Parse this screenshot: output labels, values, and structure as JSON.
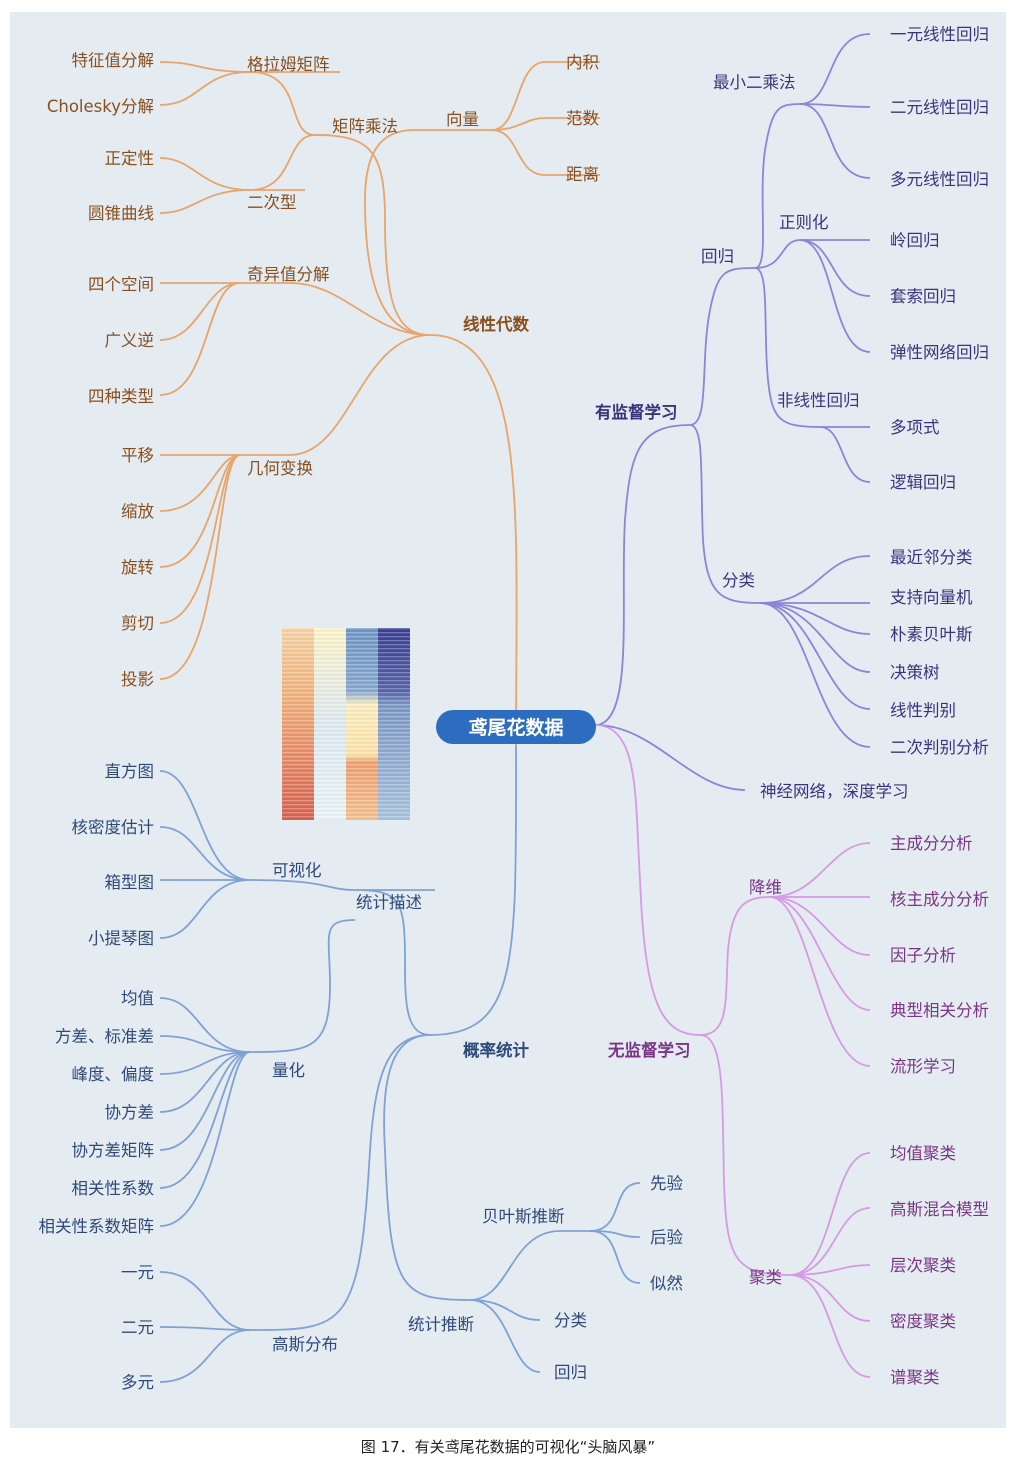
{
  "root": "鸢尾花数据",
  "caption": "图 17．有关鸢尾花数据的可视化“头脑风暴”",
  "colors": {
    "linear": "#e8a46a",
    "linear_text": "#8a4f1f",
    "prob": "#7fa1d6",
    "prob_text": "#2f4a7a",
    "sup": "#8a85d9",
    "sup_text": "#38357e",
    "unsup": "#d69ae3",
    "unsup_text": "#7b3585",
    "root_bg": "#2d6dbf"
  },
  "branches": {
    "linear": {
      "label": "线性代数",
      "vector": {
        "label": "向量",
        "children": [
          "内积",
          "范数",
          "距离"
        ]
      },
      "matmul": {
        "label": "矩阵乘法"
      },
      "gram": {
        "label": "格拉姆矩阵",
        "children": [
          "特征值分解",
          "Cholesky分解"
        ]
      },
      "quadratic": {
        "label": "二次型",
        "children": [
          "正定性",
          "圆锥曲线"
        ]
      },
      "svd": {
        "label": "奇异值分解",
        "children": [
          "四个空间",
          "广义逆",
          "四种类型"
        ]
      },
      "geo": {
        "label": "几何变换",
        "children": [
          "平移",
          "缩放",
          "旋转",
          "剪切",
          "投影"
        ]
      }
    },
    "prob": {
      "label": "概率统计",
      "desc": {
        "label": "统计描述"
      },
      "vis": {
        "label": "可视化",
        "children": [
          "直方图",
          "核密度估计",
          "箱型图",
          "小提琴图"
        ]
      },
      "quant": {
        "label": "量化",
        "children": [
          "均值",
          "方差、标准差",
          "峰度、偏度",
          "协方差",
          "协方差矩阵",
          "相关性系数",
          "相关性系数矩阵"
        ]
      },
      "gauss": {
        "label": "高斯分布",
        "children": [
          "一元",
          "二元",
          "多元"
        ]
      },
      "infer": {
        "label": "统计推断",
        "children": [
          "分类",
          "回归"
        ]
      },
      "bayes": {
        "label": "贝叶斯推断",
        "children": [
          "先验",
          "后验",
          "似然"
        ]
      }
    },
    "sup": {
      "label": "有监督学习",
      "reg": {
        "label": "回归"
      },
      "ls": {
        "label": "最小二乘法",
        "children": [
          "一元线性回归",
          "二元线性回归",
          "多元线性回归"
        ]
      },
      "regu": {
        "label": "正则化",
        "children": [
          "岭回归",
          "套索回归",
          "弹性网络回归"
        ]
      },
      "nonlin": {
        "label": "非线性回归",
        "children": [
          "多项式",
          "逻辑回归"
        ]
      },
      "cls": {
        "label": "分类",
        "children": [
          "最近邻分类",
          "支持向量机",
          "朴素贝叶斯",
          "决策树",
          "线性判别",
          "二次判别分析"
        ]
      },
      "nn": {
        "label": "神经网络，深度学习"
      }
    },
    "unsup": {
      "label": "无监督学习",
      "dr": {
        "label": "降维",
        "children": [
          "主成分分析",
          "核主成分分析",
          "因子分析",
          "典型相关分析",
          "流形学习"
        ]
      },
      "clu": {
        "label": "聚类",
        "children": [
          "均值聚类",
          "高斯混合模型",
          "层次聚类",
          "密度聚类",
          "谱聚类"
        ]
      }
    }
  }
}
